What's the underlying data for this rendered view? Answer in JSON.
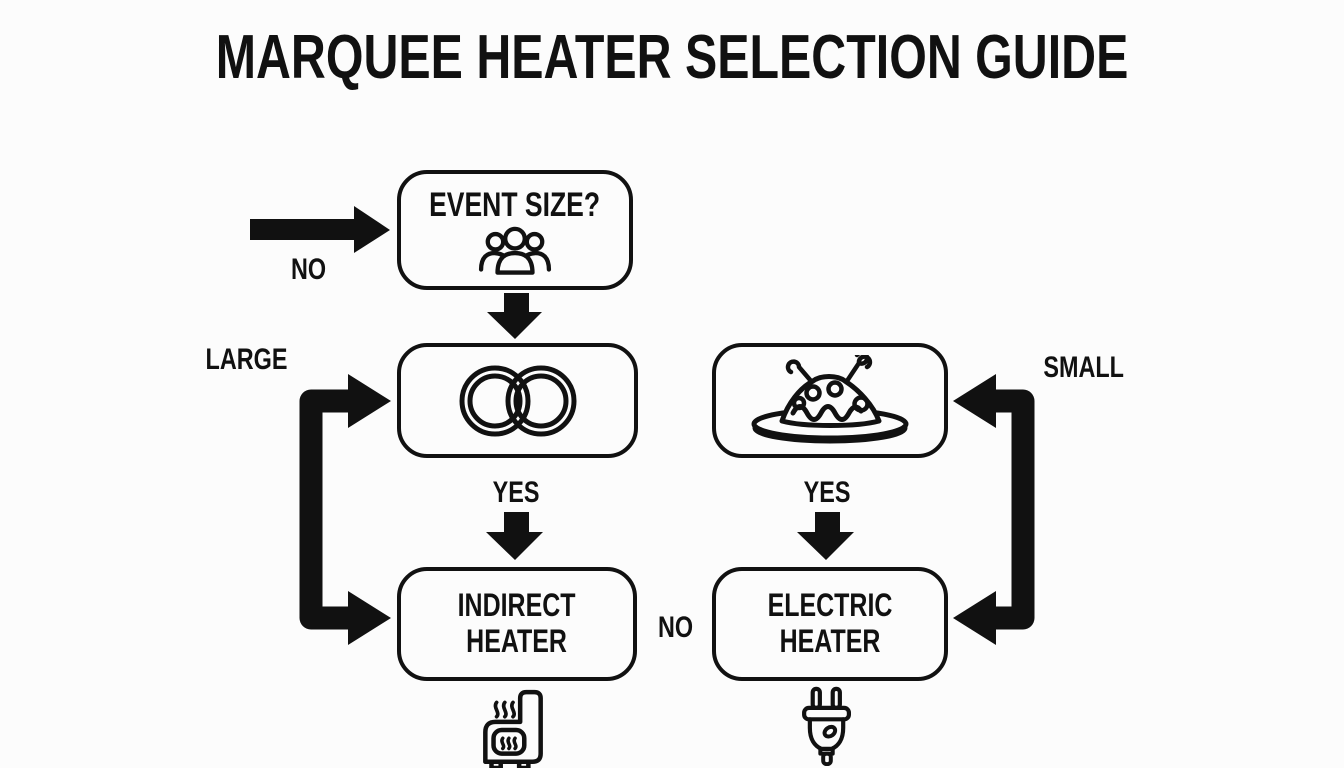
{
  "title": "MARQUEE HEATER SELECTION GUIDE",
  "colors": {
    "ink": "#111111",
    "background": "#fcfcfc"
  },
  "labels": {
    "no_entry": "NO",
    "large": "LARGE",
    "small": "SMALL",
    "yes_left": "YES",
    "yes_right": "YES",
    "no_middle": "NO"
  },
  "nodes": {
    "event_size": {
      "label": "EVENT SIZE?",
      "icon": "people-group-icon"
    },
    "large_event": {
      "icon": "wedding-rings-icon"
    },
    "small_event": {
      "icon": "food-plate-icon"
    },
    "indirect_heater": {
      "label": "INDIRECT\nHEATER",
      "icon": "indirect-heater-icon"
    },
    "electric_heater": {
      "label": "ELECTRIC\nHEATER",
      "icon": "electric-plug-icon"
    }
  }
}
